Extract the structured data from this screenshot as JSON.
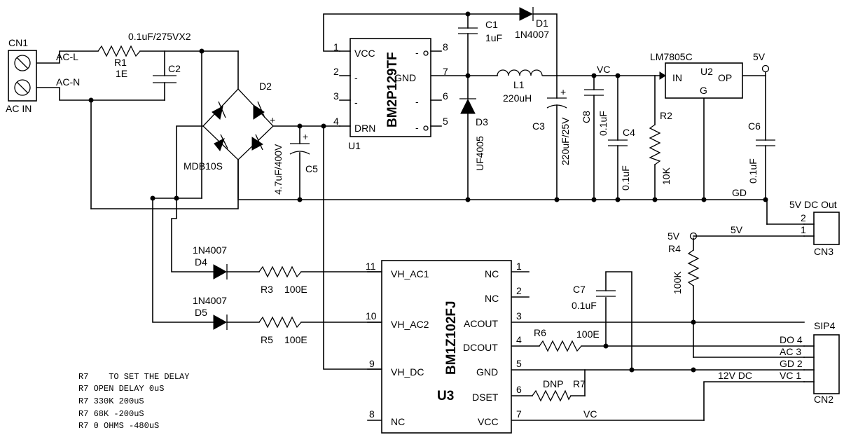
{
  "connectors": {
    "cn1": {
      "ref": "CN1",
      "label": "AC IN",
      "nets": [
        "AC-L",
        "AC-N"
      ]
    },
    "cn3": {
      "ref": "CN3",
      "title": "5V DC Out",
      "pins": [
        "2",
        "1"
      ],
      "net": "5V"
    },
    "cn2": {
      "ref": "CN2",
      "title": "SIP4",
      "pins": [
        "DO 4",
        "AC 3",
        "GD 2",
        "VC 1"
      ],
      "net": "12V DC"
    }
  },
  "components": {
    "r1": {
      "ref": "R1",
      "value": "1E"
    },
    "c2": {
      "ref": "C2",
      "value": "0.1uF/275VX2"
    },
    "d2": {
      "ref": "D2",
      "value": "MDB10S"
    },
    "c5": {
      "ref": "C5",
      "value": "4.7uF/400V"
    },
    "u1": {
      "ref": "U1",
      "part": "BM2P129TF",
      "left_pins": [
        {
          "num": "1",
          "name": "VCC"
        },
        {
          "num": "2",
          "name": "-"
        },
        {
          "num": "3",
          "name": "-"
        },
        {
          "num": "4",
          "name": "DRN"
        }
      ],
      "right_pins": [
        {
          "num": "8",
          "name": "-"
        },
        {
          "num": "7",
          "name": "GND"
        },
        {
          "num": "6",
          "name": "-"
        },
        {
          "num": "5",
          "name": "-"
        }
      ]
    },
    "c1": {
      "ref": "C1",
      "value": "1uF"
    },
    "d1": {
      "ref": "D1",
      "value": "1N4007"
    },
    "l1": {
      "ref": "L1",
      "value": "220uH"
    },
    "d3": {
      "ref": "D3",
      "value": "UF4005"
    },
    "c3": {
      "ref": "C3",
      "value": "220uF/25V"
    },
    "c8": {
      "ref": "C8",
      "value": "0.1uF"
    },
    "c4": {
      "ref": "C4",
      "value": "0.1uF"
    },
    "r2": {
      "ref": "R2",
      "value": "10K"
    },
    "u2": {
      "ref": "U2",
      "part": "LM7805C",
      "pins": [
        "IN",
        "G",
        "OP"
      ]
    },
    "c6": {
      "ref": "C6",
      "value": "0.1uF"
    },
    "r4": {
      "ref": "R4",
      "value": "100K"
    },
    "d4": {
      "ref": "D4",
      "value": "1N4007"
    },
    "d5": {
      "ref": "D5",
      "value": "1N4007"
    },
    "r3": {
      "ref": "R3",
      "value": "100E"
    },
    "r5": {
      "ref": "R5",
      "value": "100E"
    },
    "u3": {
      "ref": "U3",
      "part": "BM1Z102FJ",
      "left_pins": [
        {
          "num": "11",
          "name": "VH_AC1"
        },
        {
          "num": "10",
          "name": "VH_AC2"
        },
        {
          "num": "9",
          "name": "VH_DC"
        },
        {
          "num": "8",
          "name": "NC"
        }
      ],
      "right_pins": [
        {
          "num": "1",
          "name": "NC"
        },
        {
          "num": "2",
          "name": "NC"
        },
        {
          "num": "3",
          "name": "ACOUT"
        },
        {
          "num": "4",
          "name": "DCOUT"
        },
        {
          "num": "5",
          "name": "GND"
        },
        {
          "num": "6",
          "name": "DSET"
        },
        {
          "num": "7",
          "name": "VCC"
        }
      ]
    },
    "c7": {
      "ref": "C7",
      "value": "0.1uF"
    },
    "r6": {
      "ref": "R6",
      "value": "100E"
    },
    "r7": {
      "ref": "R7",
      "value": "DNP"
    }
  },
  "nets": {
    "vc": "VC",
    "gd": "GD",
    "v5": "5V",
    "v5_r4": "5V"
  },
  "notes": [
    "R7    TO SET THE DELAY",
    "R7 OPEN DELAY 0uS",
    "R7 330K 200uS",
    "R7 68K -200uS",
    "R7 0 OHMS -480uS"
  ]
}
